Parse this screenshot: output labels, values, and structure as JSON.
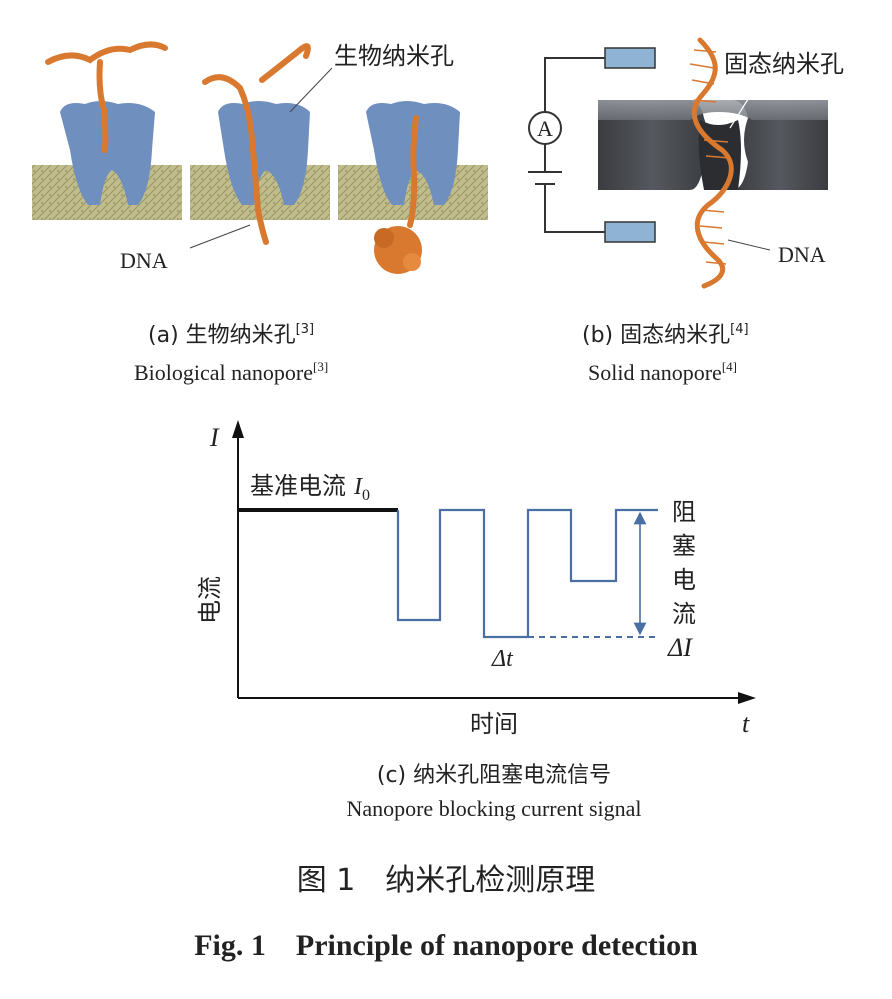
{
  "panel_a": {
    "label_pore": "生物纳米孔",
    "label_dna": "DNA",
    "caption_cn": "(a) 生物纳米孔",
    "caption_cn_ref": "[3]",
    "caption_en": "Biological nanopore",
    "caption_en_ref": "[3]"
  },
  "panel_b": {
    "label_pore": "固态纳米孔",
    "label_dna": "DNA",
    "label_ammeter": "A",
    "caption_cn": "(b) 固态纳米孔",
    "caption_cn_ref": "[4]",
    "caption_en": "Solid nanopore",
    "caption_en_ref": "[4]"
  },
  "panel_c": {
    "y_axis_symbol": "I",
    "y_axis_label": "电流",
    "x_axis_symbol": "t",
    "x_axis_label": "时间",
    "baseline_label": "基准电流",
    "baseline_symbol": "I",
    "baseline_subscript": "0",
    "blocking_label": [
      "阻",
      "塞",
      "电",
      "流"
    ],
    "delta_i_label": "ΔI",
    "delta_t_label": "Δt",
    "caption_cn": "(c) 纳米孔阻塞电流信号",
    "caption_en": "Nanopore blocking current signal"
  },
  "figure": {
    "title_cn": "图 1　纳米孔检测原理",
    "title_en": "Fig. 1　Principle of nanopore detection"
  },
  "colors": {
    "protein": "#6f8fbf",
    "membrane": "#a5a06a",
    "dna": "#d9792f",
    "electrode": "#8fb3d4",
    "signal": "#4a6fa5",
    "chip": "#4a4d52"
  }
}
